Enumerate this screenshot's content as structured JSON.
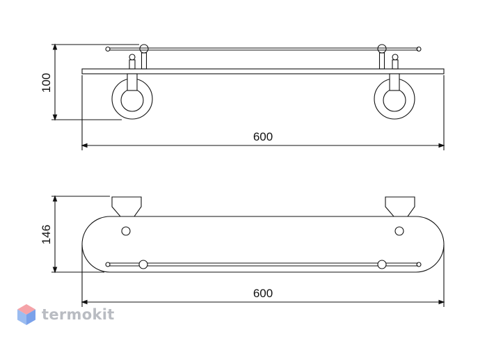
{
  "dimensions": {
    "side_height": "100",
    "side_width": "600",
    "top_depth": "146",
    "top_width": "600"
  },
  "logo": {
    "text": "termokit",
    "colors": {
      "top": "#f5a3a8",
      "left": "#9bbcf0",
      "right": "#7aa1ea",
      "text": "#b9bcc2"
    }
  },
  "colors": {
    "line": "#111111",
    "background": "#ffffff"
  }
}
